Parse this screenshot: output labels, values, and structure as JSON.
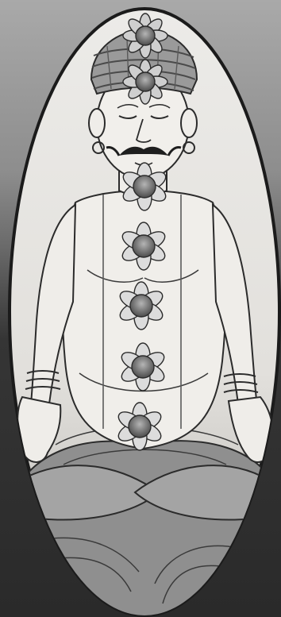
{
  "image": {
    "colors": {
      "frame_background_top": "#a9a9a9",
      "frame_background_bottom": "#2a2a2a",
      "oval_border": "#1e1e1e",
      "oval_fill": "#e9e7e3",
      "ink": "#2b2b2b",
      "skin": "#efede9",
      "turban_band": "#8c8c8c",
      "garment": "#9a9a9a",
      "chakra_center": "#6d6d6d",
      "chakra_petals": "#bdbdbd"
    },
    "chakras": [
      {
        "name": "crown-chakra"
      },
      {
        "name": "third-eye-chakra"
      },
      {
        "name": "throat-chakra"
      },
      {
        "name": "heart-chakra"
      },
      {
        "name": "solar-plexus-chakra"
      },
      {
        "name": "sacral-chakra"
      },
      {
        "name": "root-chakra"
      }
    ]
  }
}
